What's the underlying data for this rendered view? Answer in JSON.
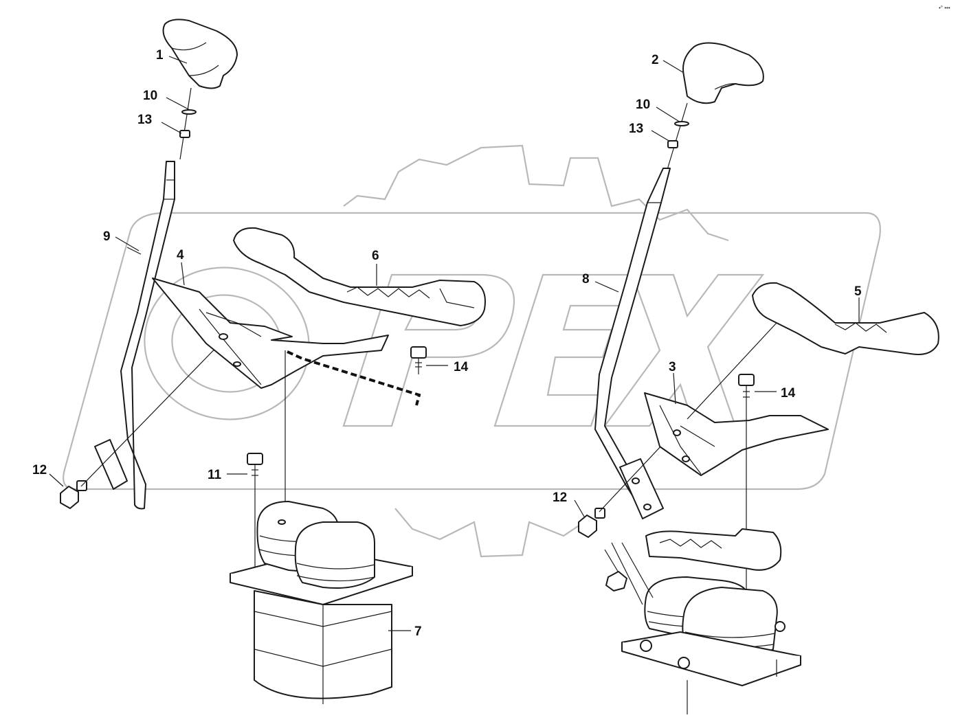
{
  "corner_mark": "•° •••",
  "callouts": {
    "c1": "1",
    "c2": "2",
    "c3": "3",
    "c4": "4",
    "c5": "5",
    "c6": "6",
    "c7": "7",
    "c8": "8",
    "c9": "9",
    "c10_left": "10",
    "c10_right": "10",
    "c11": "11",
    "c12_left": "12",
    "c12_right": "12",
    "c13_left": "13",
    "c13_right": "13",
    "c14_left": "14",
    "c14_right": "14"
  },
  "watermark": {
    "text": "OPEX",
    "color": "#b8b8b8"
  }
}
